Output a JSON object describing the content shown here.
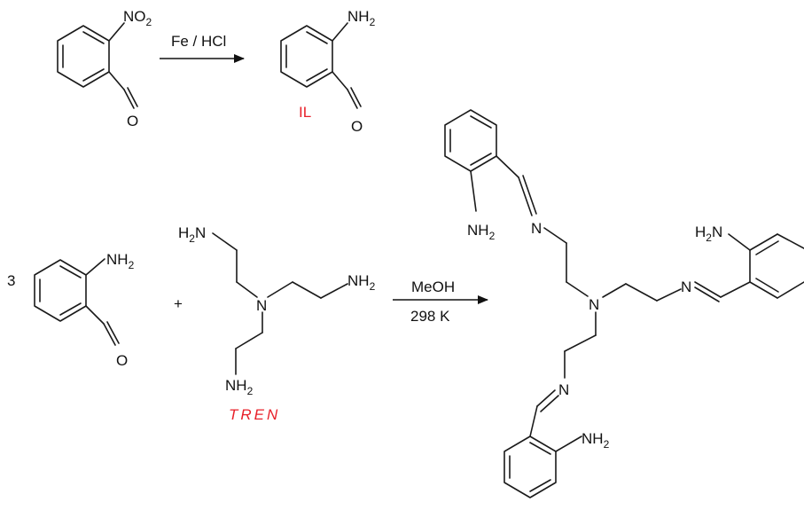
{
  "scheme": {
    "reaction1": {
      "reagent_label": "Fe / HCl",
      "product_label": "IL"
    },
    "reaction2": {
      "coefficient": "3",
      "plus": "+",
      "reagent_label": "TREN",
      "conditions": [
        "MeOH",
        "298 K"
      ]
    },
    "atoms": {
      "nitro_N": "NO",
      "nitro_sub": "2",
      "amine_N": "NH",
      "amine_left": "H",
      "amine_left_N": "N",
      "amine_sub": "2",
      "oxygen": "O",
      "nitrogen": "N"
    },
    "colors": {
      "line": "#1a1a1a",
      "highlight": "#e8202a"
    }
  }
}
